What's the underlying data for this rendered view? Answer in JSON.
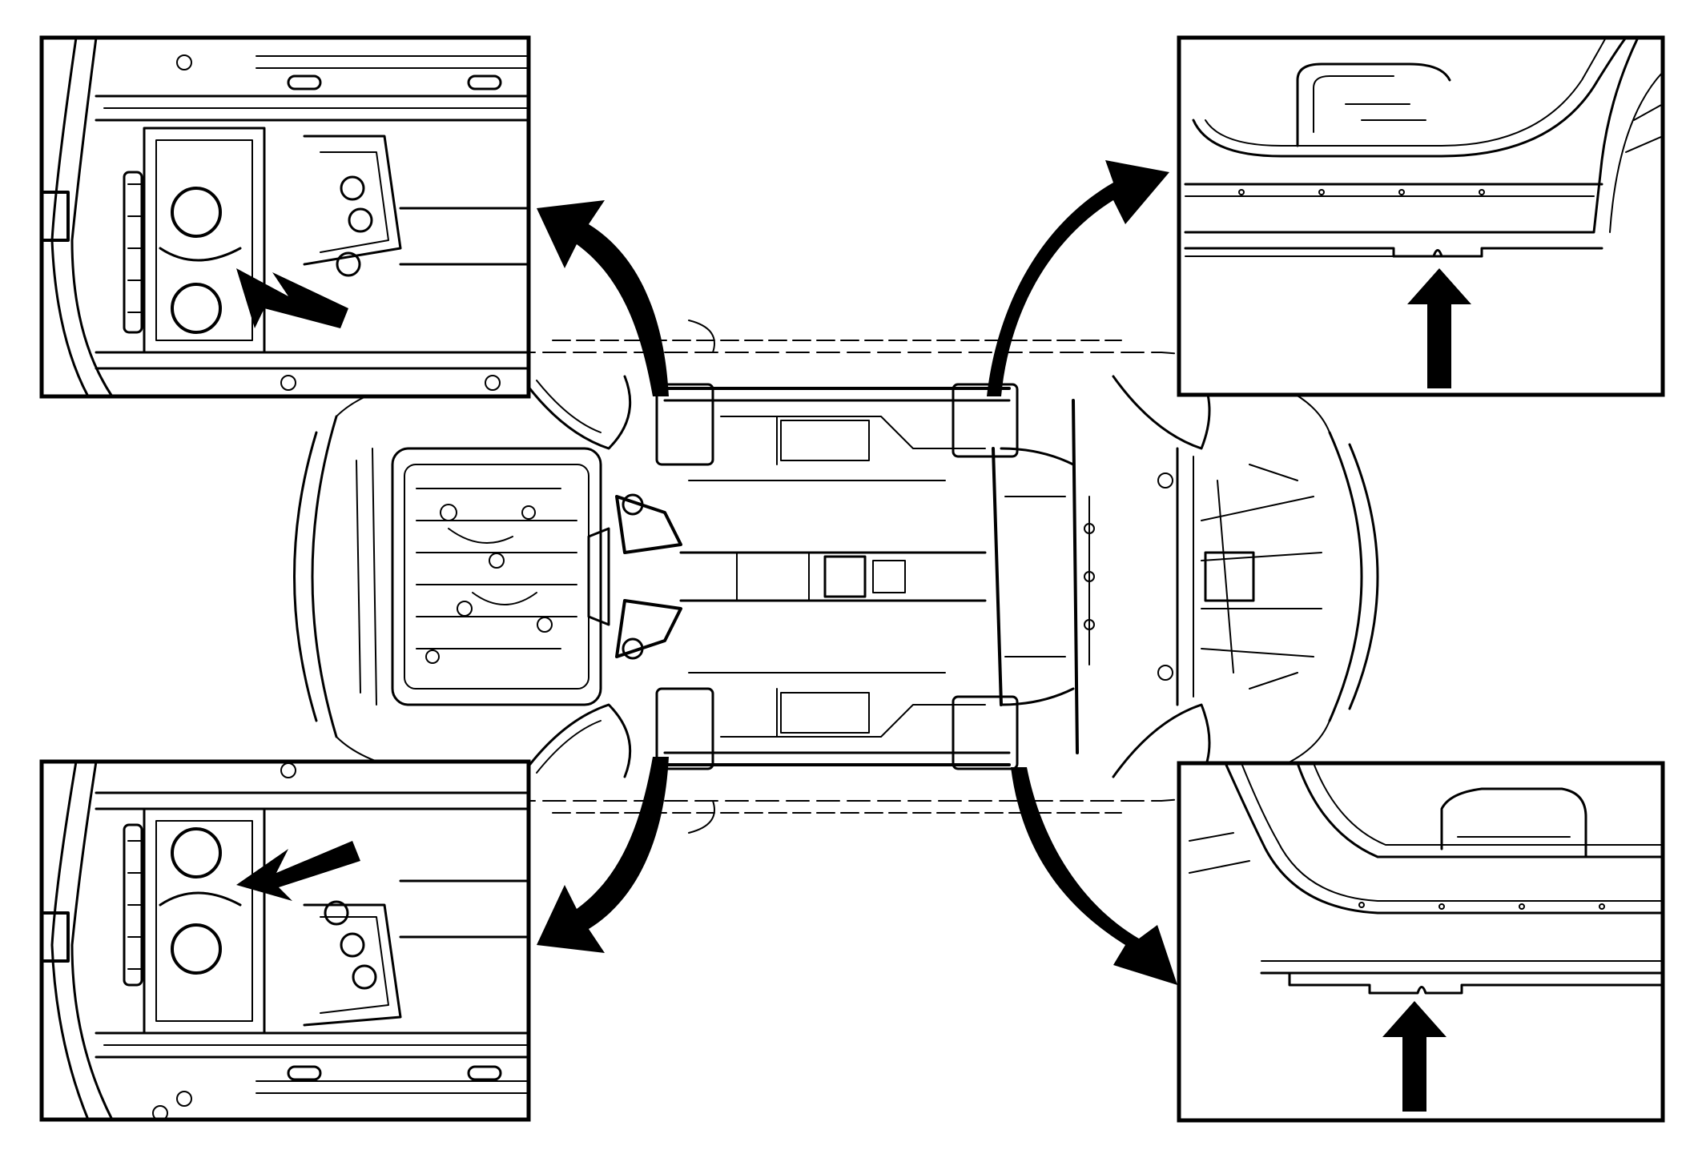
{
  "figure": {
    "kind": "vehicle-underbody-lift-points",
    "callouts": [
      {
        "id": "front-left",
        "arrow": "diagonal-down-left"
      },
      {
        "id": "front-right",
        "arrow": "up"
      },
      {
        "id": "rear-left",
        "arrow": "diagonal-down-left"
      },
      {
        "id": "rear-right",
        "arrow": "up"
      }
    ],
    "colors": {
      "line": "#000000",
      "background": "#ffffff"
    }
  }
}
